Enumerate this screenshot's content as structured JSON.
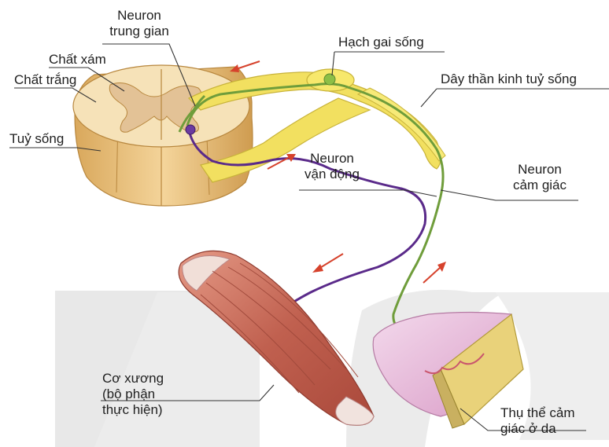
{
  "labels": {
    "interneuron_line1": "Neuron",
    "interneuron_line2": "trung gian",
    "grey_matter": "Chất xám",
    "white_matter": "Chất trắng",
    "spinal_cord": "Tuỷ sống",
    "dorsal_root_ganglion": "Hạch gai sống",
    "spinal_nerve": "Dây thần kinh tuỷ sống",
    "motor_neuron_line1": "Neuron",
    "motor_neuron_line2": "vận động",
    "sensory_neuron_line1": "Neuron",
    "sensory_neuron_line2": "cảm giác",
    "muscle_line1": "Cơ xương",
    "muscle_line2": "(bộ phận",
    "muscle_line3": "thực hiện)",
    "receptor_line1": "Thụ thể cảm",
    "receptor_line2": "giác ở da"
  },
  "colors": {
    "nerve_yellow": "#f3e35a",
    "nerve_outline": "#c9b53a",
    "spinal_tan": "#f0d8a0",
    "grey_matter": "#e9c89a",
    "muscle_red": "#c9715f",
    "skin_pink": "#e6b6d4",
    "sensory_green": "#6e9a3a",
    "motor_purple": "#5a2a8a",
    "arrow_red": "#d6422c",
    "watermark_gray": "#e6e6e6"
  }
}
